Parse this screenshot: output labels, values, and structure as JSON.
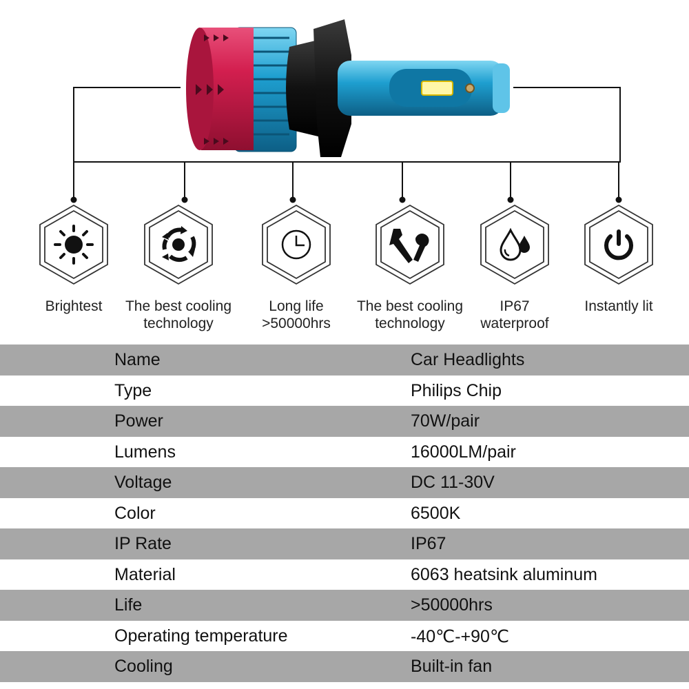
{
  "features": [
    {
      "icon": "sun-icon",
      "label": "Brightest"
    },
    {
      "icon": "cooling-cycle-icon",
      "label": "The best cooling\ntechnology"
    },
    {
      "icon": "clock-icon",
      "label": "Long life\n>50000hrs"
    },
    {
      "icon": "tools-icon",
      "label": "The best cooling\ntechnology"
    },
    {
      "icon": "water-drops-icon",
      "label": "IP67\nwaterproof"
    },
    {
      "icon": "power-icon",
      "label": "Instantly lit"
    }
  ],
  "specs": [
    {
      "name": "Name",
      "value": "Car Headlights"
    },
    {
      "name": "Type",
      "value": "Philips Chip"
    },
    {
      "name": "Power",
      "value": "70W/pair"
    },
    {
      "name": "Lumens",
      "value": "16000LM/pair"
    },
    {
      "name": "Voltage",
      "value": "DC 11-30V"
    },
    {
      "name": "Color",
      "value": "6500K"
    },
    {
      "name": "IP Rate",
      "value": "IP67"
    },
    {
      "name": "Material",
      "value": "6063 heatsink aluminum"
    },
    {
      "name": "Life",
      "value": ">50000hrs"
    },
    {
      "name": "Operating temperature",
      "value": "-40℃-+90℃"
    },
    {
      "name": "Cooling",
      "value": "Built-in fan"
    }
  ],
  "colors": {
    "bulb_red": "#d31f4f",
    "bulb_blue": "#1e9fd0",
    "row_shade": "#a7a7a7",
    "line": "#111111"
  }
}
